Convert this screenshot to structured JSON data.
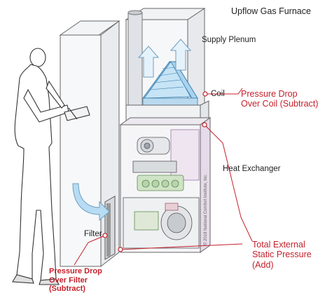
{
  "diagram": {
    "title": "Upflow Gas Furnace",
    "labels": {
      "supply_plenum": "Supply Plenum",
      "coil": "Coil",
      "heat_exchanger": "Heat Exchanger",
      "filter": "Filter"
    },
    "callouts": {
      "pressure_drop_coil": "Pressure Drop\nOver Coil (Subtract)",
      "total_external": "Total External\nStatic Pressure (Add)",
      "pressure_drop_filter": "Pressure Drop\nOver Filter\n(Subtract)"
    },
    "copyright": "© 2018 National Comfort Institute, Inc.",
    "colors": {
      "callout": "#c4202b",
      "line": "#555555",
      "coil_blue": "#8ec5e8",
      "arrow_blue": "#c6e4f5",
      "cabinet_purple": "#efe5f1",
      "burner_green": "#cfe3c6",
      "duct_gray": "#f3f4f6"
    }
  }
}
